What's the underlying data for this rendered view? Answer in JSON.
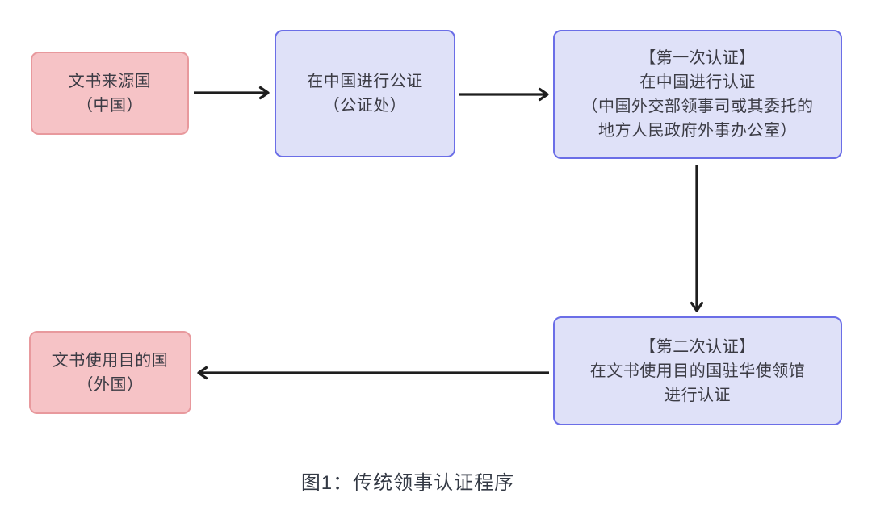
{
  "diagram": {
    "caption": "图1：传统领事认证程序",
    "colors": {
      "background": "#ffffff",
      "pink_fill": "#f6c3c6",
      "pink_border": "#e8999d",
      "purple_fill": "#dfe1f8",
      "purple_border": "#6b6ee7",
      "arrow": "#1e1e1e",
      "text": "#3b3b44"
    },
    "nodes": {
      "source_country": {
        "lines": [
          "文书来源国",
          "（中国）"
        ]
      },
      "notarization": {
        "lines": [
          "在中国进行公证",
          "（公证处）"
        ]
      },
      "first_auth": {
        "lines": [
          "【第一次认证】",
          "在中国进行认证",
          "（中国外交部领事司或其委托的",
          "地方人民政府外事办公室）"
        ]
      },
      "second_auth": {
        "lines": [
          "【第二次认证】",
          "在文书使用目的国驻华使领馆",
          "进行认证"
        ]
      },
      "destination_country": {
        "lines": [
          "文书使用目的国",
          "（外国）"
        ]
      }
    },
    "arrows": [
      {
        "name": "source-to-notary",
        "direction": "right"
      },
      {
        "name": "notary-to-first-auth",
        "direction": "right"
      },
      {
        "name": "first-auth-to-second-auth",
        "direction": "down"
      },
      {
        "name": "second-auth-to-destination",
        "direction": "left"
      }
    ]
  }
}
